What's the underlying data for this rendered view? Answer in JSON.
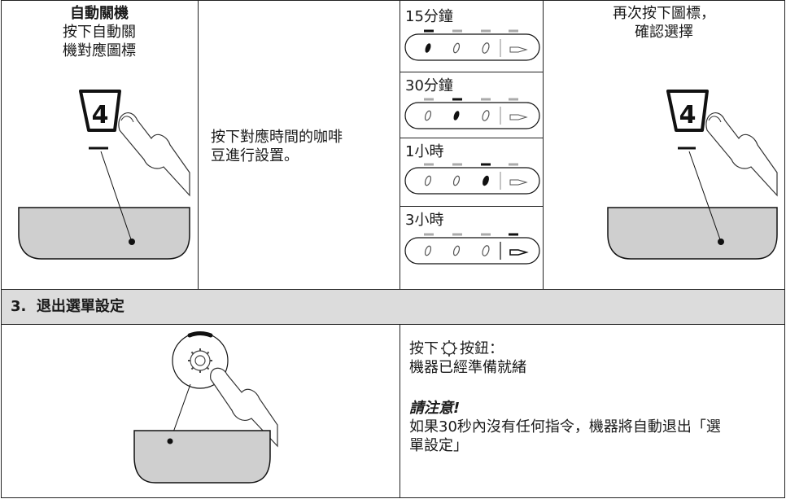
{
  "step_panel": {
    "title": "自動關機",
    "instruction_line1": "按下自動關",
    "instruction_line2": "機對應圖標",
    "key_digit": "4"
  },
  "middle_panel": {
    "line1": "按下對應時間的咖啡",
    "line2": "豆進行設置。"
  },
  "options": [
    {
      "label": "15分鐘",
      "active": 1
    },
    {
      "label": "30分鐘",
      "active": 2
    },
    {
      "label": "1小時",
      "active": 3
    },
    {
      "label": "3小時",
      "active": 4
    }
  ],
  "confirm_panel": {
    "line1": "再次按下圖標，",
    "line2": "確認選擇",
    "key_digit": "4"
  },
  "section3": {
    "title": "3.  退出選單設定",
    "press_prefix": "按下",
    "press_suffix": "按鈕：",
    "ready": "機器已經準備就緒",
    "note_title": "請注意!",
    "note_line1": "如果30秒內沒有任何指令，機器將自動退出「選",
    "note_line2": "單設定」"
  }
}
